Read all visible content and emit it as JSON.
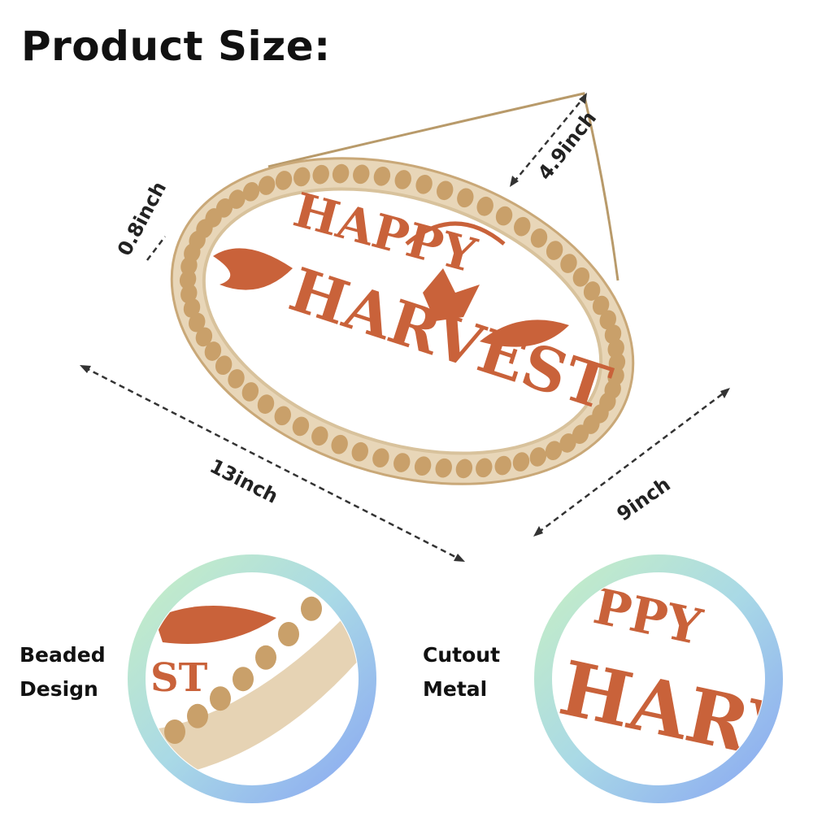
{
  "title": "Product Size:",
  "dimensions": {
    "hanging_height": "4.9inch",
    "frame_thickness": "0.8inch",
    "width": "13inch",
    "height": "9inch"
  },
  "product": {
    "sign_text_line1": "HAPPY",
    "sign_text_line2": "HARVEST"
  },
  "features": [
    {
      "line1": "Beaded",
      "line2": "Design"
    },
    {
      "line1": "Cutout",
      "line2": "Metal"
    }
  ],
  "colors": {
    "metal": "#c9623a",
    "wood": "#d9b88a",
    "bead": "#c9a06a",
    "ring_start": "#b6e6b8",
    "ring_end": "#8fb2f0"
  }
}
